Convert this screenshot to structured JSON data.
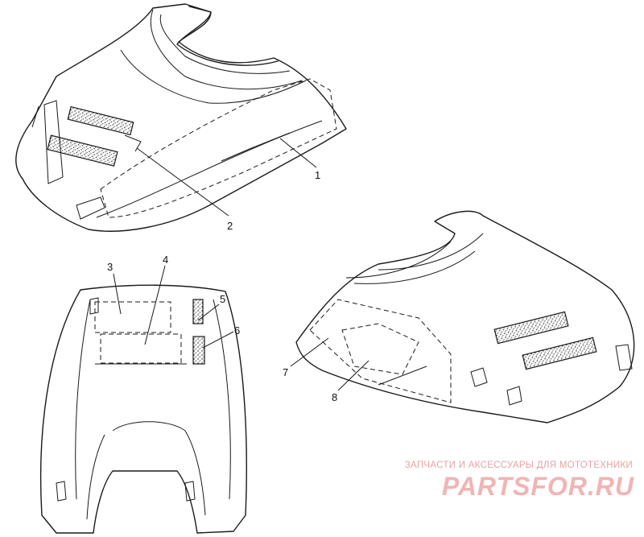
{
  "callouts": [
    {
      "id": "c1",
      "label": "1"
    },
    {
      "id": "c2",
      "label": "2"
    },
    {
      "id": "c3",
      "label": "3"
    },
    {
      "id": "c4",
      "label": "4"
    },
    {
      "id": "c5",
      "label": "5"
    },
    {
      "id": "c6",
      "label": "6"
    },
    {
      "id": "c7",
      "label": "7"
    },
    {
      "id": "c8",
      "label": "8"
    }
  ],
  "watermark": {
    "tagline": "ЗАПЧАСТИ И АКСЕССУАРЫ ДЛЯ МОТОТЕХНИКИ",
    "logo": "PARTSFOR.RU"
  },
  "colors": {
    "line": "#1a1a1a",
    "watermark": "#f2b4b4"
  }
}
